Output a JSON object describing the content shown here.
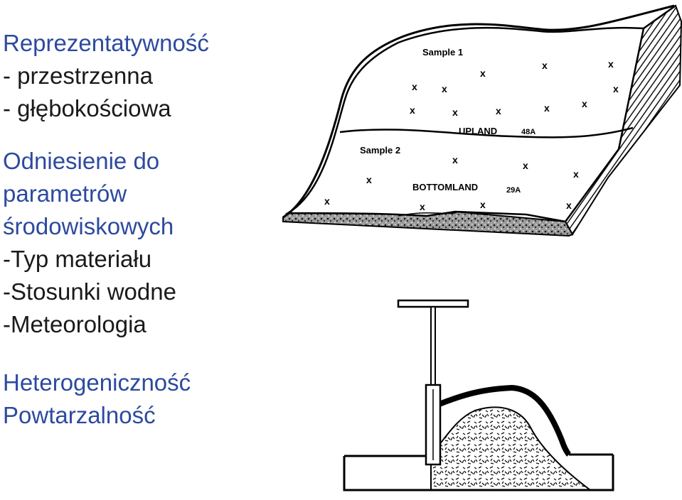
{
  "text_block": {
    "heading_1": "Reprezentatywność",
    "item_1a": "- przestrzenna",
    "item_1b": "- głębokościowa",
    "heading_2a": "Odniesienie do",
    "heading_2b": "parametrów",
    "heading_2c": "środowiskowych",
    "item_2a": "-Typ materiału",
    "item_2b": "-Stosunki wodne",
    "item_2c": "-Meteorologia",
    "heading_3": "Heterogeniczność",
    "heading_4": "Powtarzalność"
  },
  "landscape_figure": {
    "sample_1_label": "Sample 1",
    "sample_2_label": "Sample 2",
    "upland_label": "UPLAND",
    "upland_code": "48A",
    "bottomland_label": "BOTTOMLAND",
    "bottomland_code": "29A",
    "marker_symbol": "x"
  },
  "colors": {
    "heading": "#2d4a9e",
    "body_text": "#1a1a1a"
  }
}
